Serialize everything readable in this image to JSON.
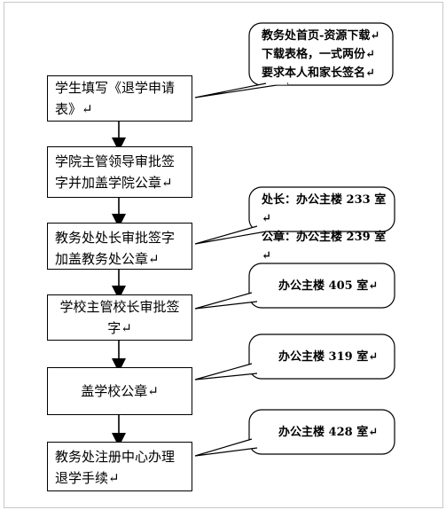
{
  "steps": [
    "学生填写《退学申请表》↵",
    "学院主管领导审批签字并加盖学院公章↵",
    "教务处处长审批签字加盖教务处公章↵",
    "学校主管校长审批签字↵",
    "盖学校公章↵",
    "教务处注册中心办理退学手续↵"
  ],
  "notes": [
    [
      "教务处首页-资源下载↵",
      "下载表格，一式两份↵",
      "要求本人和家长签名↵"
    ],
    [
      "处长：办公主楼 233 室↵",
      "公章：办公主楼 239 室↵"
    ],
    [
      "办公主楼 405 室↵"
    ],
    [
      "办公主楼 319 室↵"
    ],
    [
      "办公主楼 428 室↵"
    ]
  ]
}
